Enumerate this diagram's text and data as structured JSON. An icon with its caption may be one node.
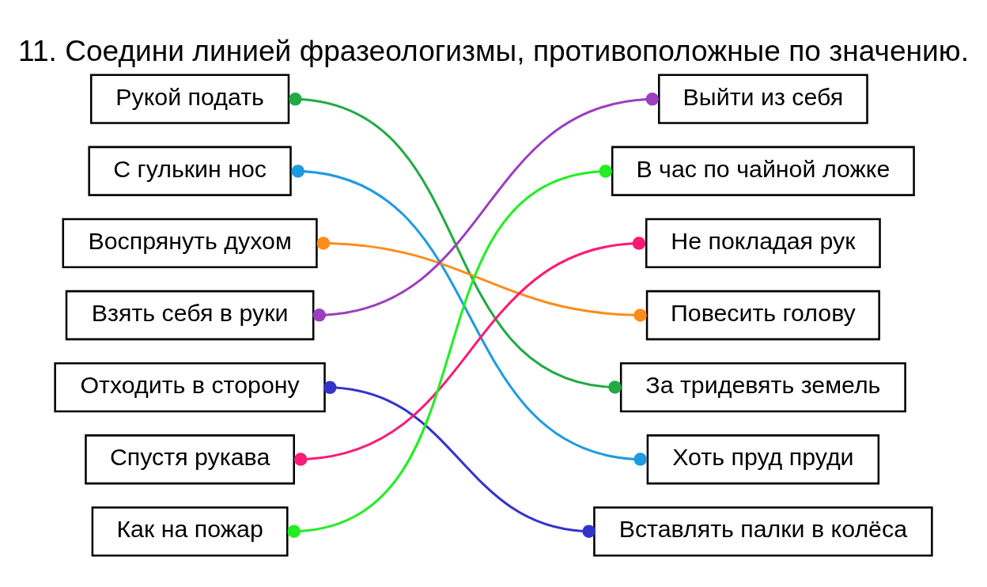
{
  "diagram": {
    "title": "11. Соедини линией фразеологизмы, противоположные по значению.",
    "nodes": [
      {
        "text": [
          "Рукой подать"
        ]
      },
      {
        "text": [
          "С гулькин нос"
        ]
      },
      {
        "text": [
          "Воспрянуть духом"
        ]
      },
      {
        "text": [
          "Взять себя в руки"
        ]
      },
      {
        "text": [
          "Отходить в сторону"
        ]
      },
      {
        "text": [
          "Спустя рукава"
        ]
      },
      {
        "text": [
          "Как на пожар"
        ]
      },
      {
        "text": [
          "Выйти из себя"
        ]
      },
      {
        "text": [
          "В час по чайной ложке"
        ]
      },
      {
        "text": [
          "Не покладая рук"
        ]
      },
      {
        "text": [
          "Повесить голову"
        ]
      },
      {
        "text": [
          "За тридевять земель"
        ]
      },
      {
        "text": [
          "Хоть пруд пруди"
        ]
      },
      {
        "text": [
          "Вставлять палки в колёса"
        ]
      }
    ],
    "edges": [
      {
        "from": 0,
        "to": 11,
        "arrow": "other",
        "color": "#22aa44"
      },
      {
        "from": 1,
        "to": 12,
        "arrow": "other",
        "color": "#1e9be0"
      },
      {
        "from": 2,
        "to": 10,
        "arrow": "other",
        "color": "#ff8c1a"
      },
      {
        "from": 3,
        "to": 7,
        "arrow": "other",
        "color": "#9b3fbf"
      },
      {
        "from": 4,
        "to": 13,
        "arrow": "other",
        "color": "#3333cc"
      },
      {
        "from": 5,
        "to": 9,
        "arrow": "other",
        "color": "#ff1a75"
      },
      {
        "from": 6,
        "to": 8,
        "arrow": "other",
        "color": "#22ee22"
      }
    ]
  }
}
